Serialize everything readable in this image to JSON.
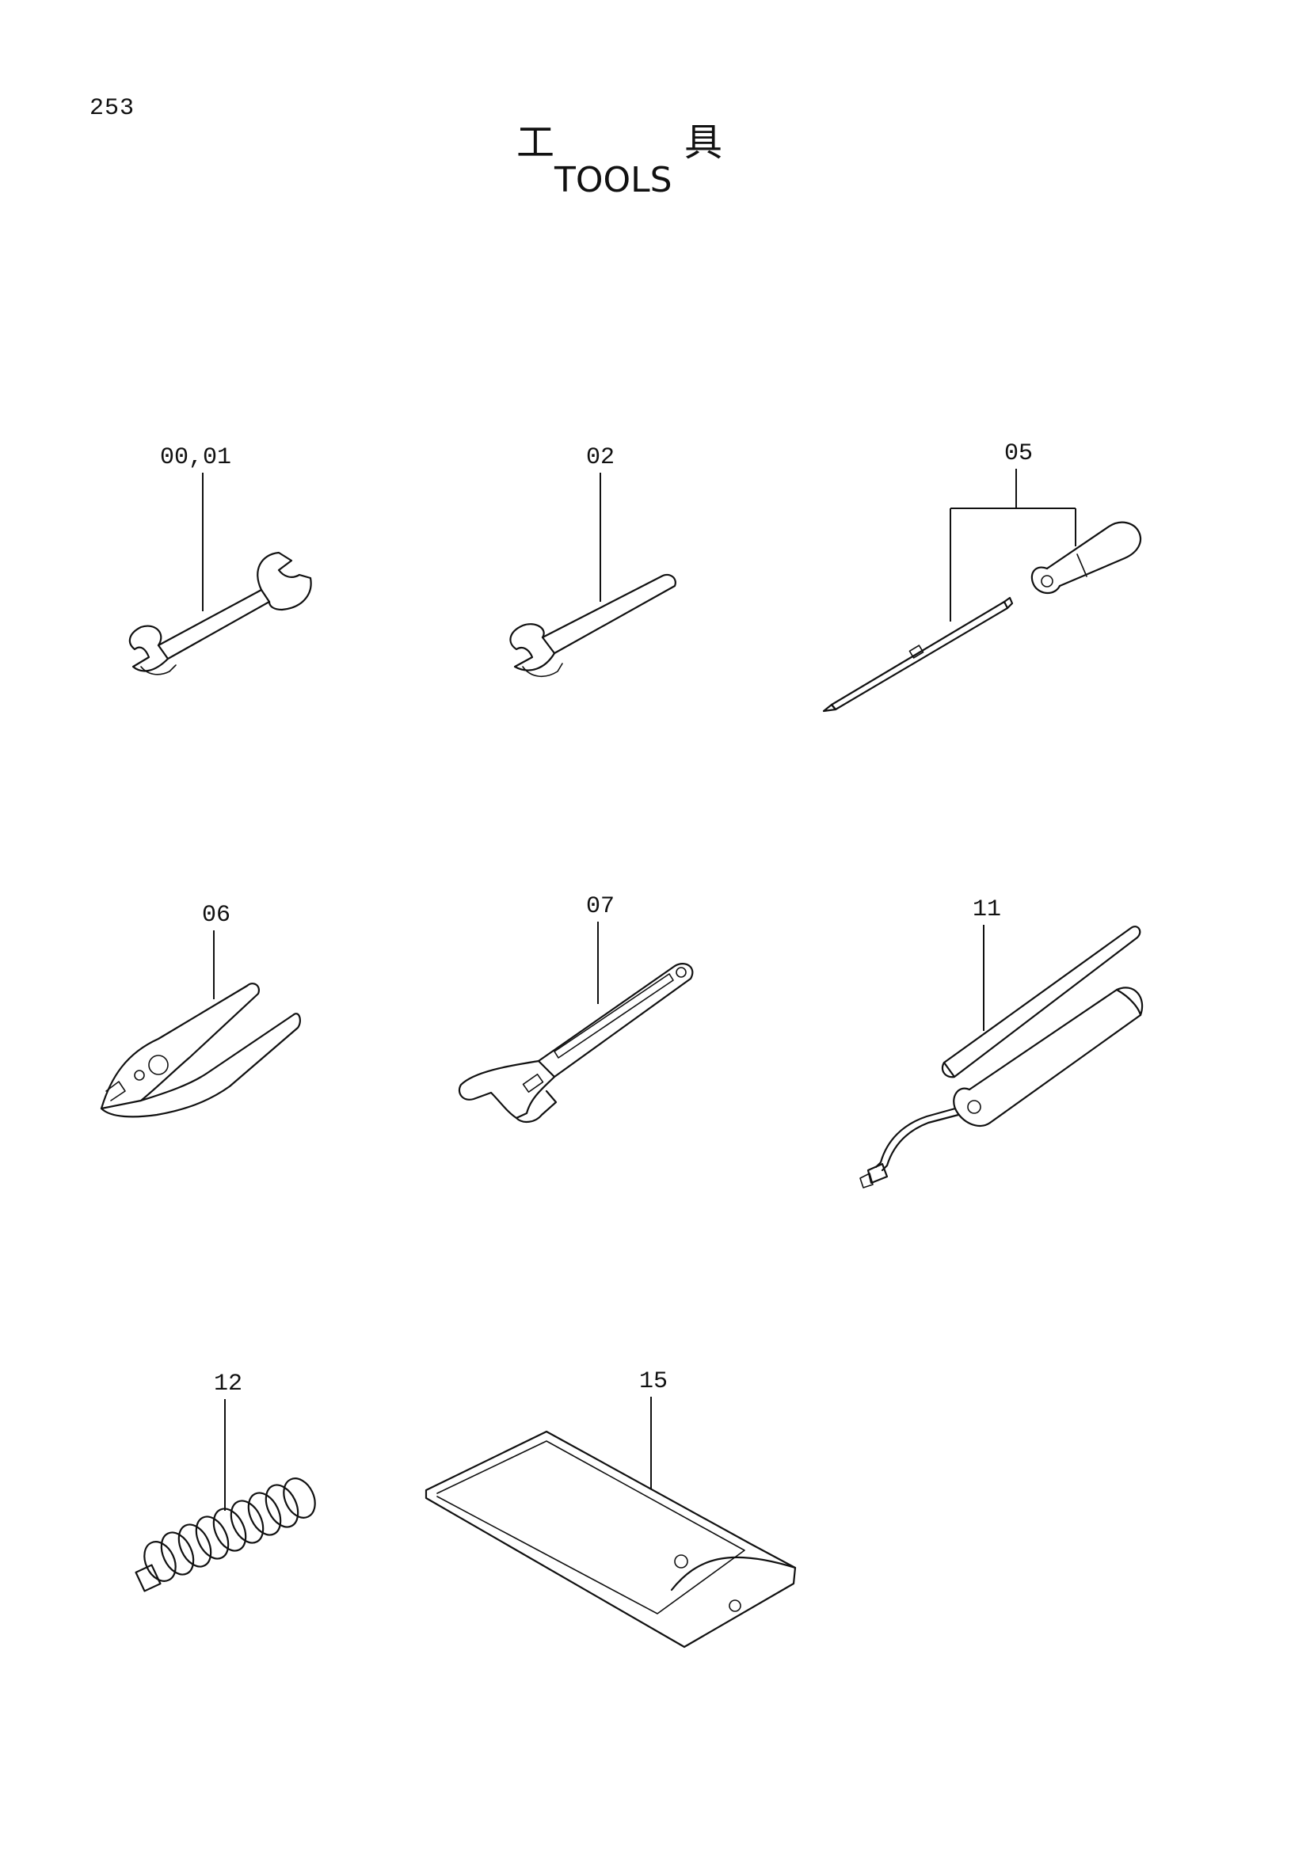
{
  "page_number": "253",
  "title": {
    "japanese_chars": [
      "工",
      "具"
    ],
    "english": "TOOLS"
  },
  "callouts": [
    {
      "label": "00,01",
      "part": "double-open-end-wrench"
    },
    {
      "label": "02",
      "part": "single-open-end-wrench"
    },
    {
      "label": "05",
      "part": "screwdriver-set"
    },
    {
      "label": "06",
      "part": "pliers"
    },
    {
      "label": "07",
      "part": "adjustable-wrench"
    },
    {
      "label": "11",
      "part": "grease-gun"
    },
    {
      "label": "12",
      "part": "coiled-hose"
    },
    {
      "label": "15",
      "part": "tool-bag"
    }
  ]
}
